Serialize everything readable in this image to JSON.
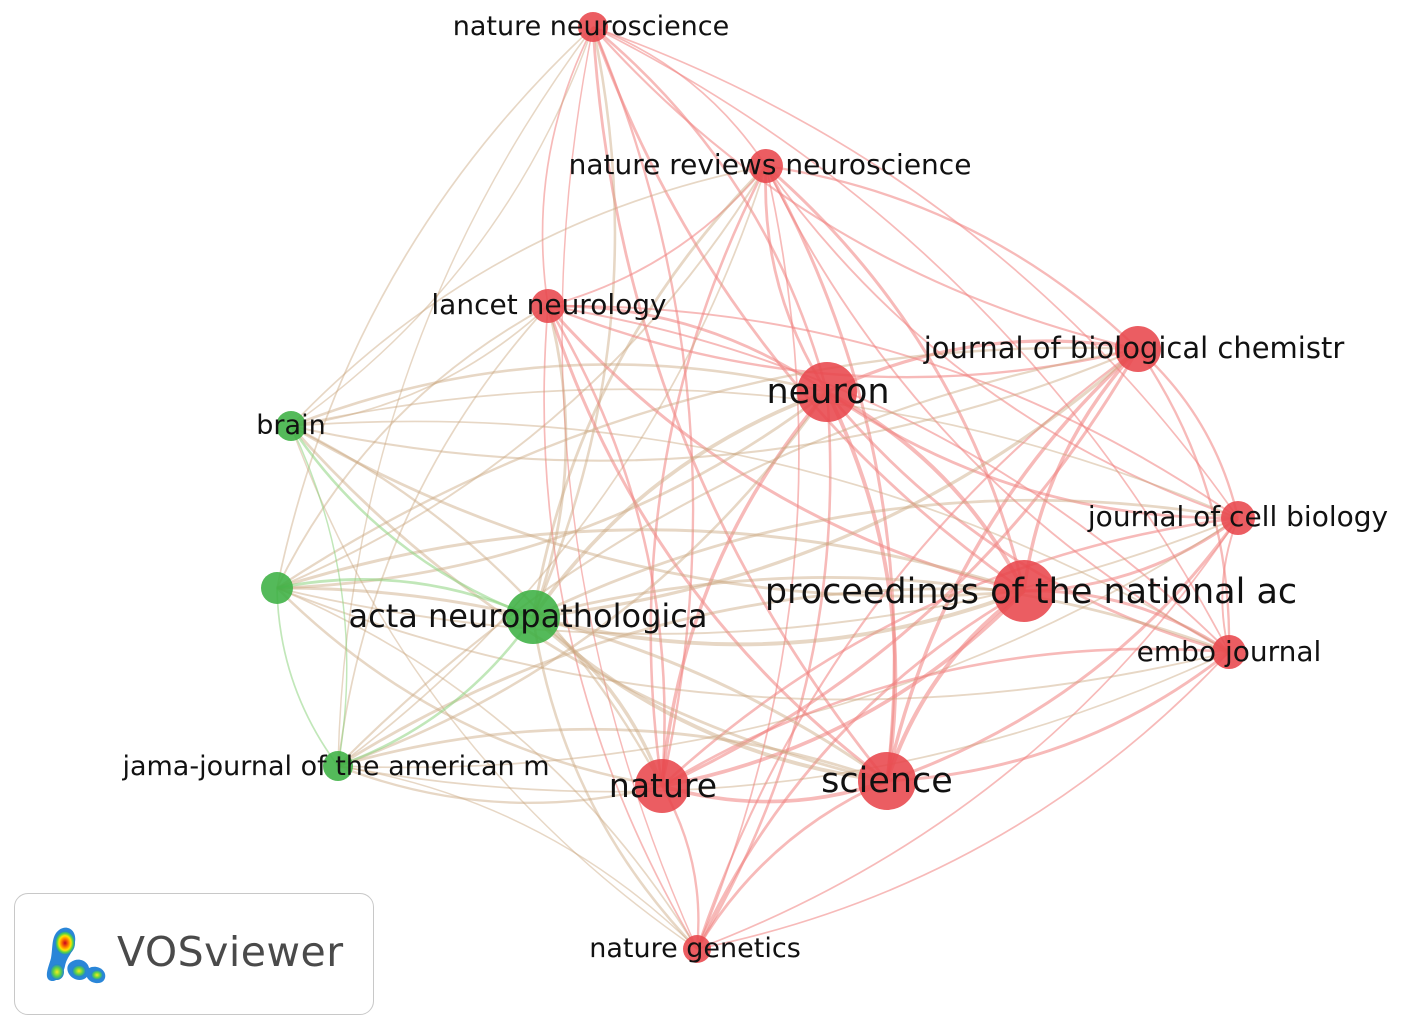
{
  "network": {
    "clusters": {
      "red": "#e8474c",
      "green": "#3cb043"
    },
    "edge_colors": {
      "red": "#f0827f",
      "green": "#8ed47f",
      "mixed": "#c9a77f"
    },
    "nodes": [
      {
        "id": "nature-neuroscience",
        "label": "nature neuroscience",
        "cluster": "red",
        "weight": 2
      },
      {
        "id": "nature-reviews-neuroscience",
        "label": "nature reviews neuroscience",
        "cluster": "red",
        "weight": 3
      },
      {
        "id": "lancet-neurology",
        "label": "lancet neurology",
        "cluster": "red",
        "weight": 3
      },
      {
        "id": "neuron",
        "label": "neuron",
        "cluster": "red",
        "weight": 7
      },
      {
        "id": "journal-of-biological-chemistr",
        "label": "journal of biological chemistr",
        "cluster": "red",
        "weight": 5
      },
      {
        "id": "journal-of-cell-biology",
        "label": "journal of cell biology",
        "cluster": "red",
        "weight": 3
      },
      {
        "id": "proceedings-of-the-national-ac",
        "label": "proceedings of the national ac",
        "cluster": "red",
        "weight": 8
      },
      {
        "id": "embo-journal",
        "label": "embo journal",
        "cluster": "red",
        "weight": 3
      },
      {
        "id": "science",
        "label": "science",
        "cluster": "red",
        "weight": 8
      },
      {
        "id": "nature",
        "label": "nature",
        "cluster": "red",
        "weight": 6
      },
      {
        "id": "nature-genetics",
        "label": "nature genetics",
        "cluster": "red",
        "weight": 2
      },
      {
        "id": "brain",
        "label": "brain",
        "cluster": "green",
        "weight": 2
      },
      {
        "id": "unlabeled-green",
        "label": "",
        "cluster": "green",
        "weight": 3
      },
      {
        "id": "acta-neuropathologica",
        "label": "acta neuropathologica",
        "cluster": "green",
        "weight": 7
      },
      {
        "id": "jama-journal-of-the-american-m",
        "label": "jama-journal of the american m",
        "cluster": "green",
        "weight": 2
      }
    ]
  },
  "logo": {
    "text": "VOSviewer",
    "icon": "vosviewer-density-icon"
  }
}
